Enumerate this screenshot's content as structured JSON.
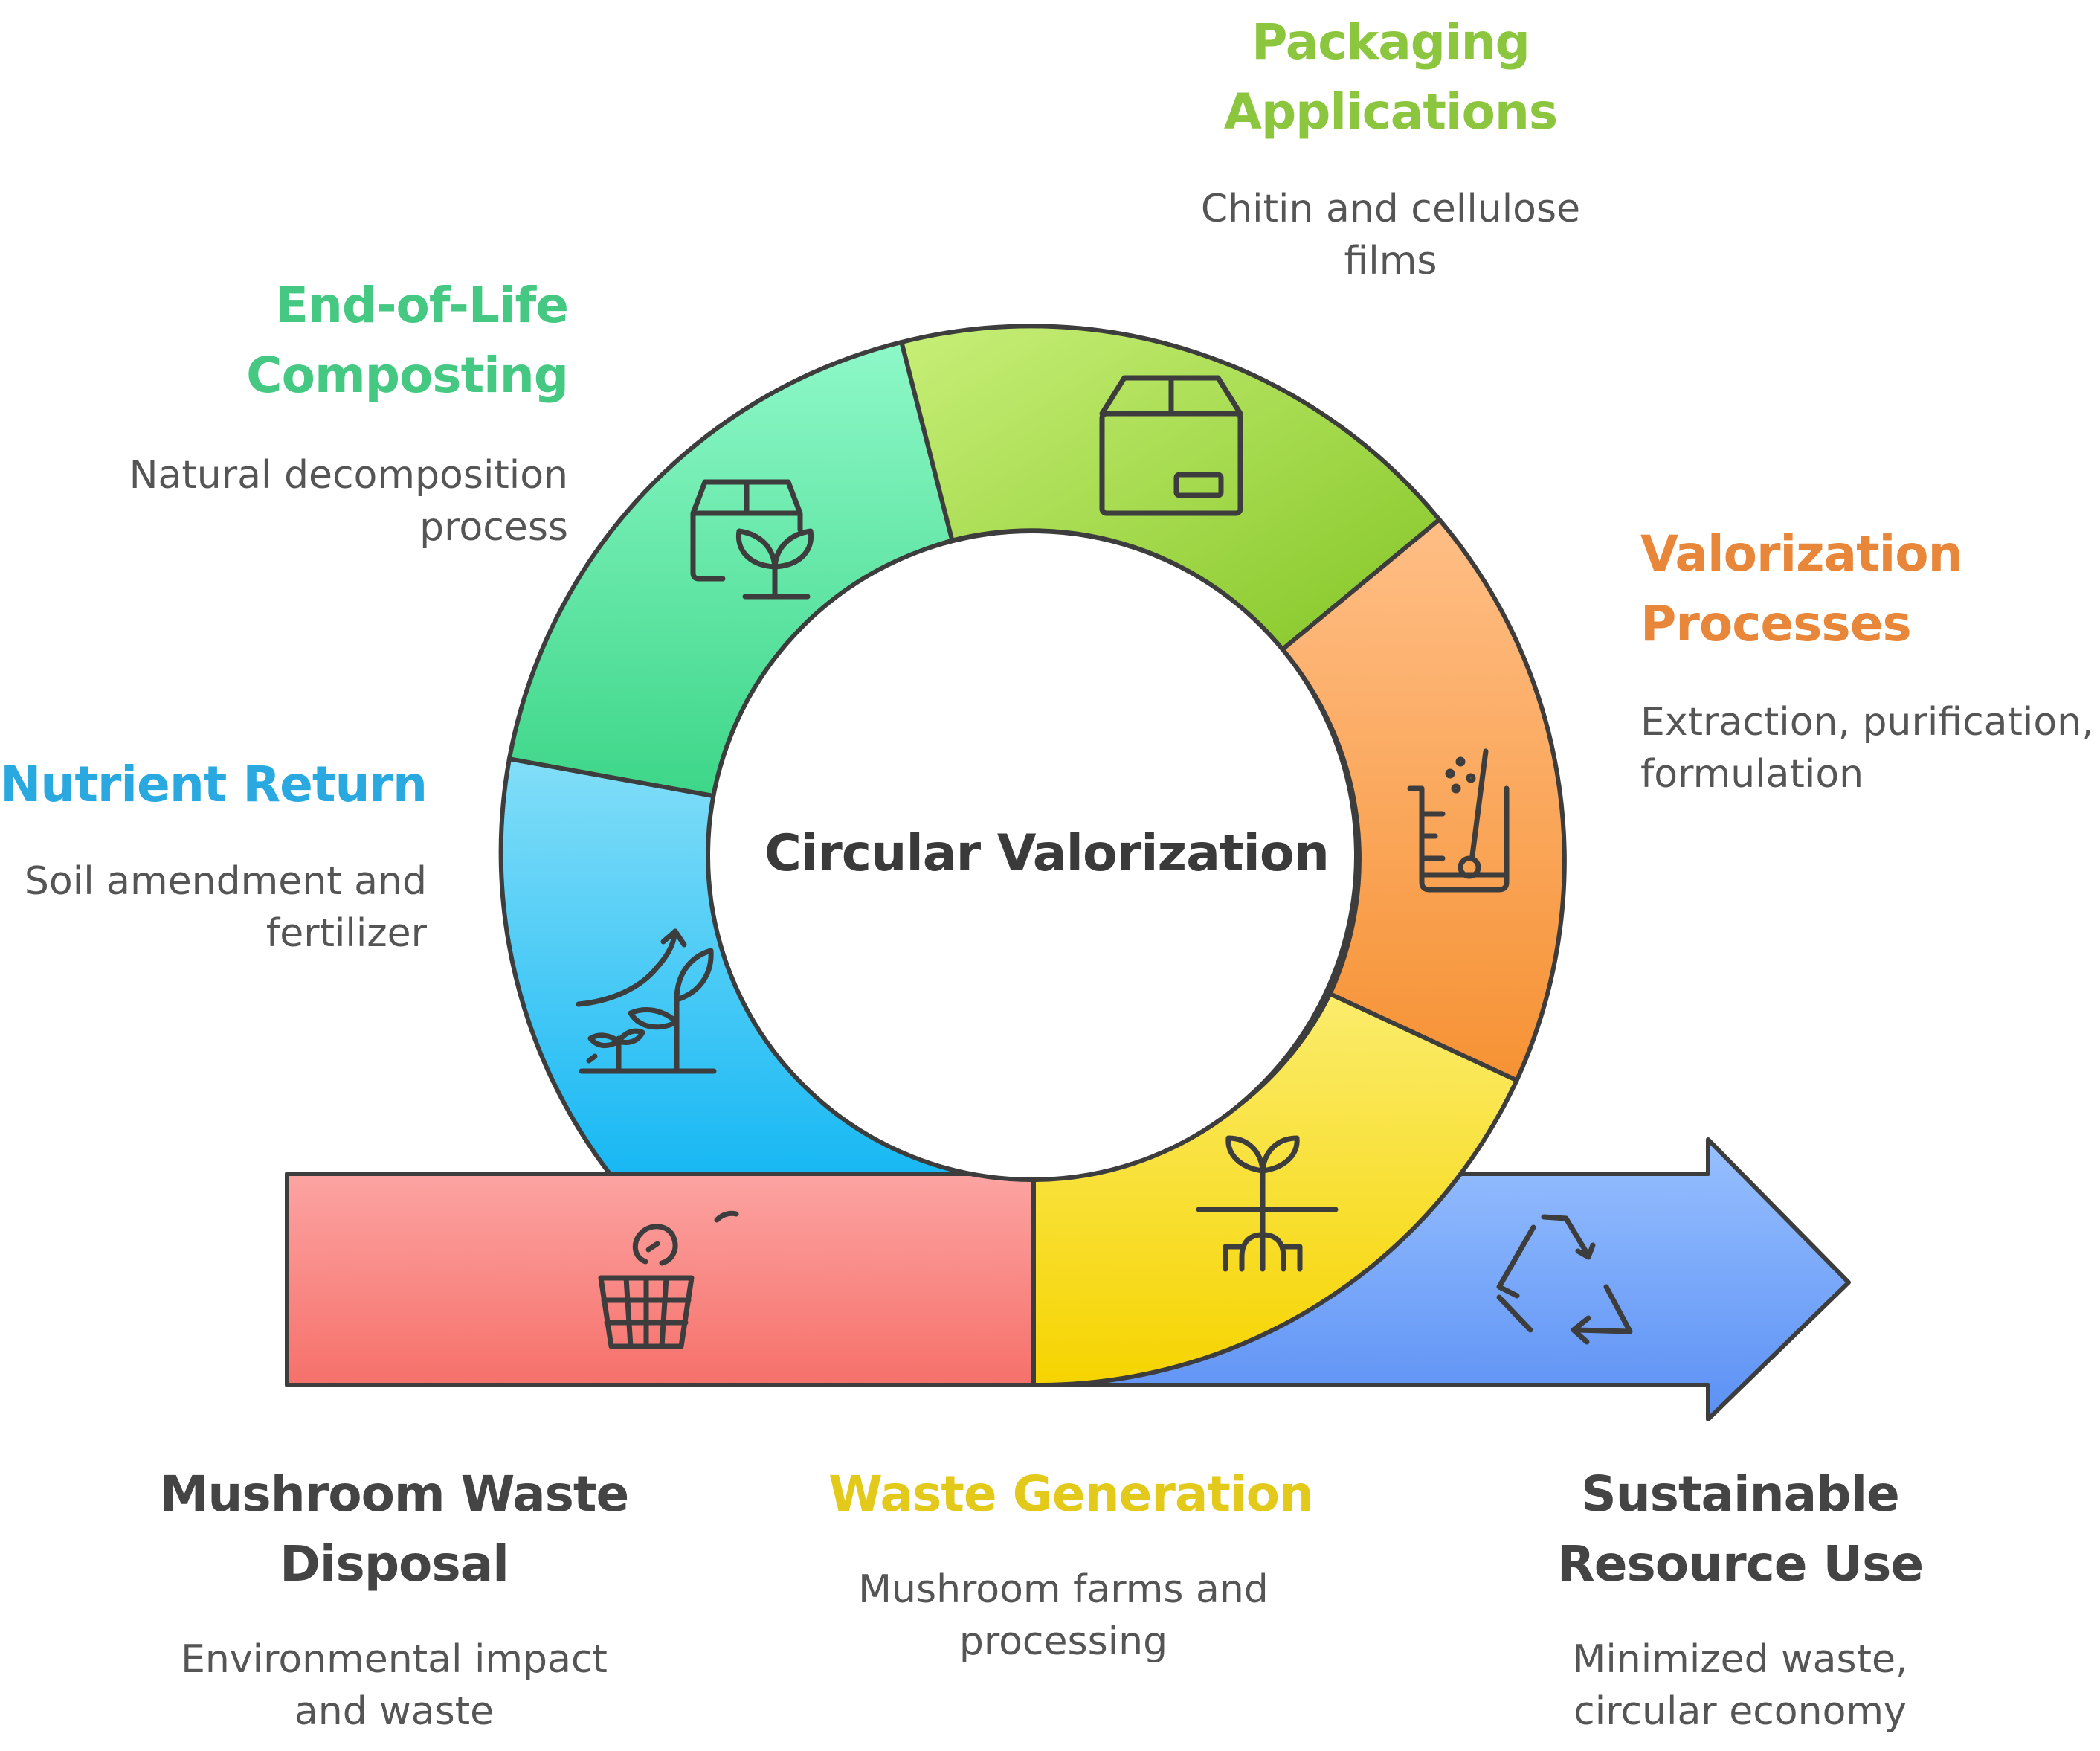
{
  "center_label": "Circular Valorization",
  "colors": {
    "outline": "#3d3d3d",
    "packaging": "#8fc93a",
    "valorization": "#e8873a",
    "composting": "#3ecf88",
    "nutrient": "#29a9e0",
    "waste_generation": "#e8c814",
    "disposal_text": "#444444",
    "disposal_fill": "#f77a76",
    "arrow_fill": "#6f9df5",
    "text": "#555555"
  },
  "stages": {
    "packaging": {
      "title": [
        "Packaging",
        "Applications"
      ],
      "description": [
        "Chitin and cellulose",
        "films"
      ],
      "icon": "package-box-icon"
    },
    "valorization": {
      "title": [
        "Valorization",
        "Processes"
      ],
      "description": [
        "Extraction, purification,",
        "formulation"
      ],
      "icon": "beaker-icon"
    },
    "composting": {
      "title": [
        "End-of-Life",
        "Composting"
      ],
      "description": [
        "Natural decomposition",
        "process"
      ],
      "icon": "compostable-box-plant-icon"
    },
    "nutrient": {
      "title": [
        "Nutrient Return"
      ],
      "description": [
        "Soil amendment and",
        "fertilizer"
      ],
      "icon": "plant-growth-icon"
    },
    "waste_generation": {
      "title": [
        "Waste Generation"
      ],
      "description": [
        "Mushroom farms and",
        "processing"
      ],
      "icon": "sprout-roots-icon"
    },
    "disposal": {
      "title": [
        "Mushroom Waste",
        "Disposal"
      ],
      "description": [
        "Environmental impact",
        "and waste"
      ],
      "icon": "waste-basket-icon"
    },
    "sustainable": {
      "title": [
        "Sustainable",
        "Resource Use"
      ],
      "description": [
        "Minimized waste,",
        "circular economy"
      ],
      "icon": "recycle-icon"
    }
  }
}
